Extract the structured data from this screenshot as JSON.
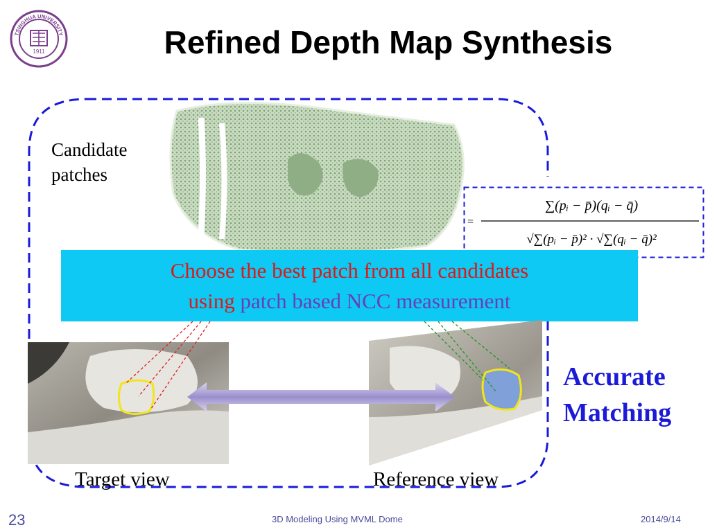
{
  "slide": {
    "title": "Refined Depth Map Synthesis",
    "candidate_label_line1": "Candidate",
    "candidate_label_line2": "patches",
    "banner_line1": "Choose the best patch from all candidates",
    "banner_line2_red": "using ",
    "banner_line2_purple": "patch based NCC measurement",
    "accurate_line1": "Accurate",
    "accurate_line2": "Matching",
    "target_label": "Target view",
    "reference_label": "Reference view",
    "formula_equals": "=",
    "formula_numerator": "∑(pᵢ − p̄)(qᵢ − q̄)",
    "formula_denominator": "√∑(pᵢ − p̄)² · √∑(qᵢ − q̄)²"
  },
  "logo": {
    "top_text": "TSINGHUA UNIVERSITY",
    "year": "1911"
  },
  "footer": {
    "page_number": "23",
    "center_text": "3D Modeling Using MVML Dome",
    "date": "2014/9/14"
  },
  "colors": {
    "banner_bg": "#0ec9f4",
    "frame_dash": "#1a1ad8",
    "red_text": "#d81b1b",
    "purple_text": "#6b3db4",
    "patch_outline": "#f2e51a"
  },
  "icons": {
    "logo": "tsinghua-seal-icon",
    "arrow": "double-arrow-icon"
  }
}
